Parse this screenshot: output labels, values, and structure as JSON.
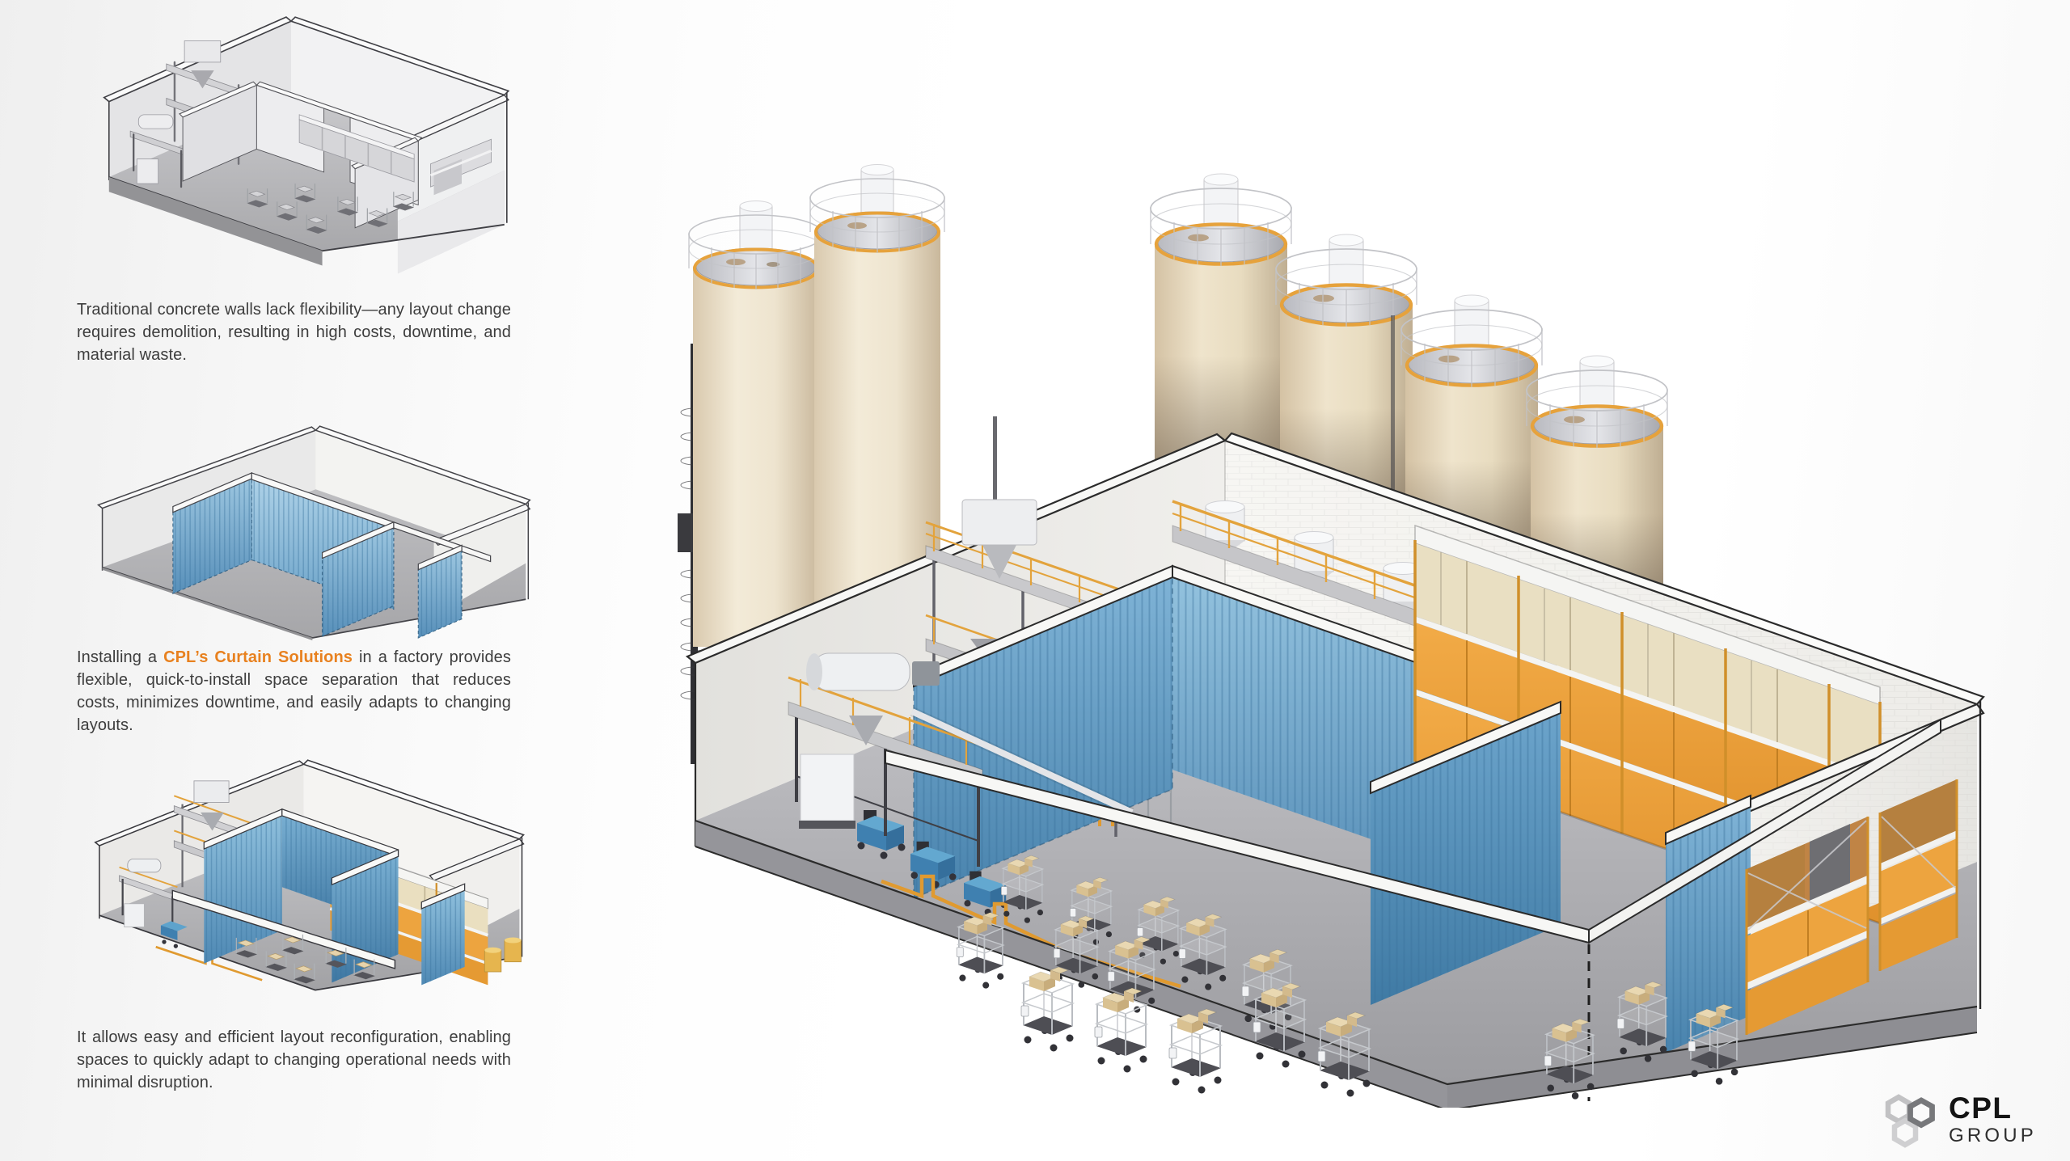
{
  "captions": {
    "c1": "Traditional concrete walls lack flexibility—any layout change requires demolition, resulting in high costs, downtime, and material waste.",
    "c2_prefix": "Installing a ",
    "c2_highlight": "CPL’s Curtain Solutions",
    "c2_suffix": " in a factory provides flexible, quick-to-install space separation that reduces costs, minimizes downtime, and easily adapts to changing layouts.",
    "c3": "It allows easy and efficient layout reconfiguration, enabling spaces to quickly adapt to changing operational needs with minimal disruption."
  },
  "logo": {
    "name": "CPL",
    "group": "GROUP"
  },
  "colors": {
    "accent_orange": "#E8811F",
    "curtain_blue": "#5F9DC7",
    "rack_orange": "#EDA43F",
    "silo_cream": "#EFE4CC",
    "floor_gray": "#A7A7AA",
    "text_gray": "#3D3D3D",
    "logo_black": "#141414"
  }
}
